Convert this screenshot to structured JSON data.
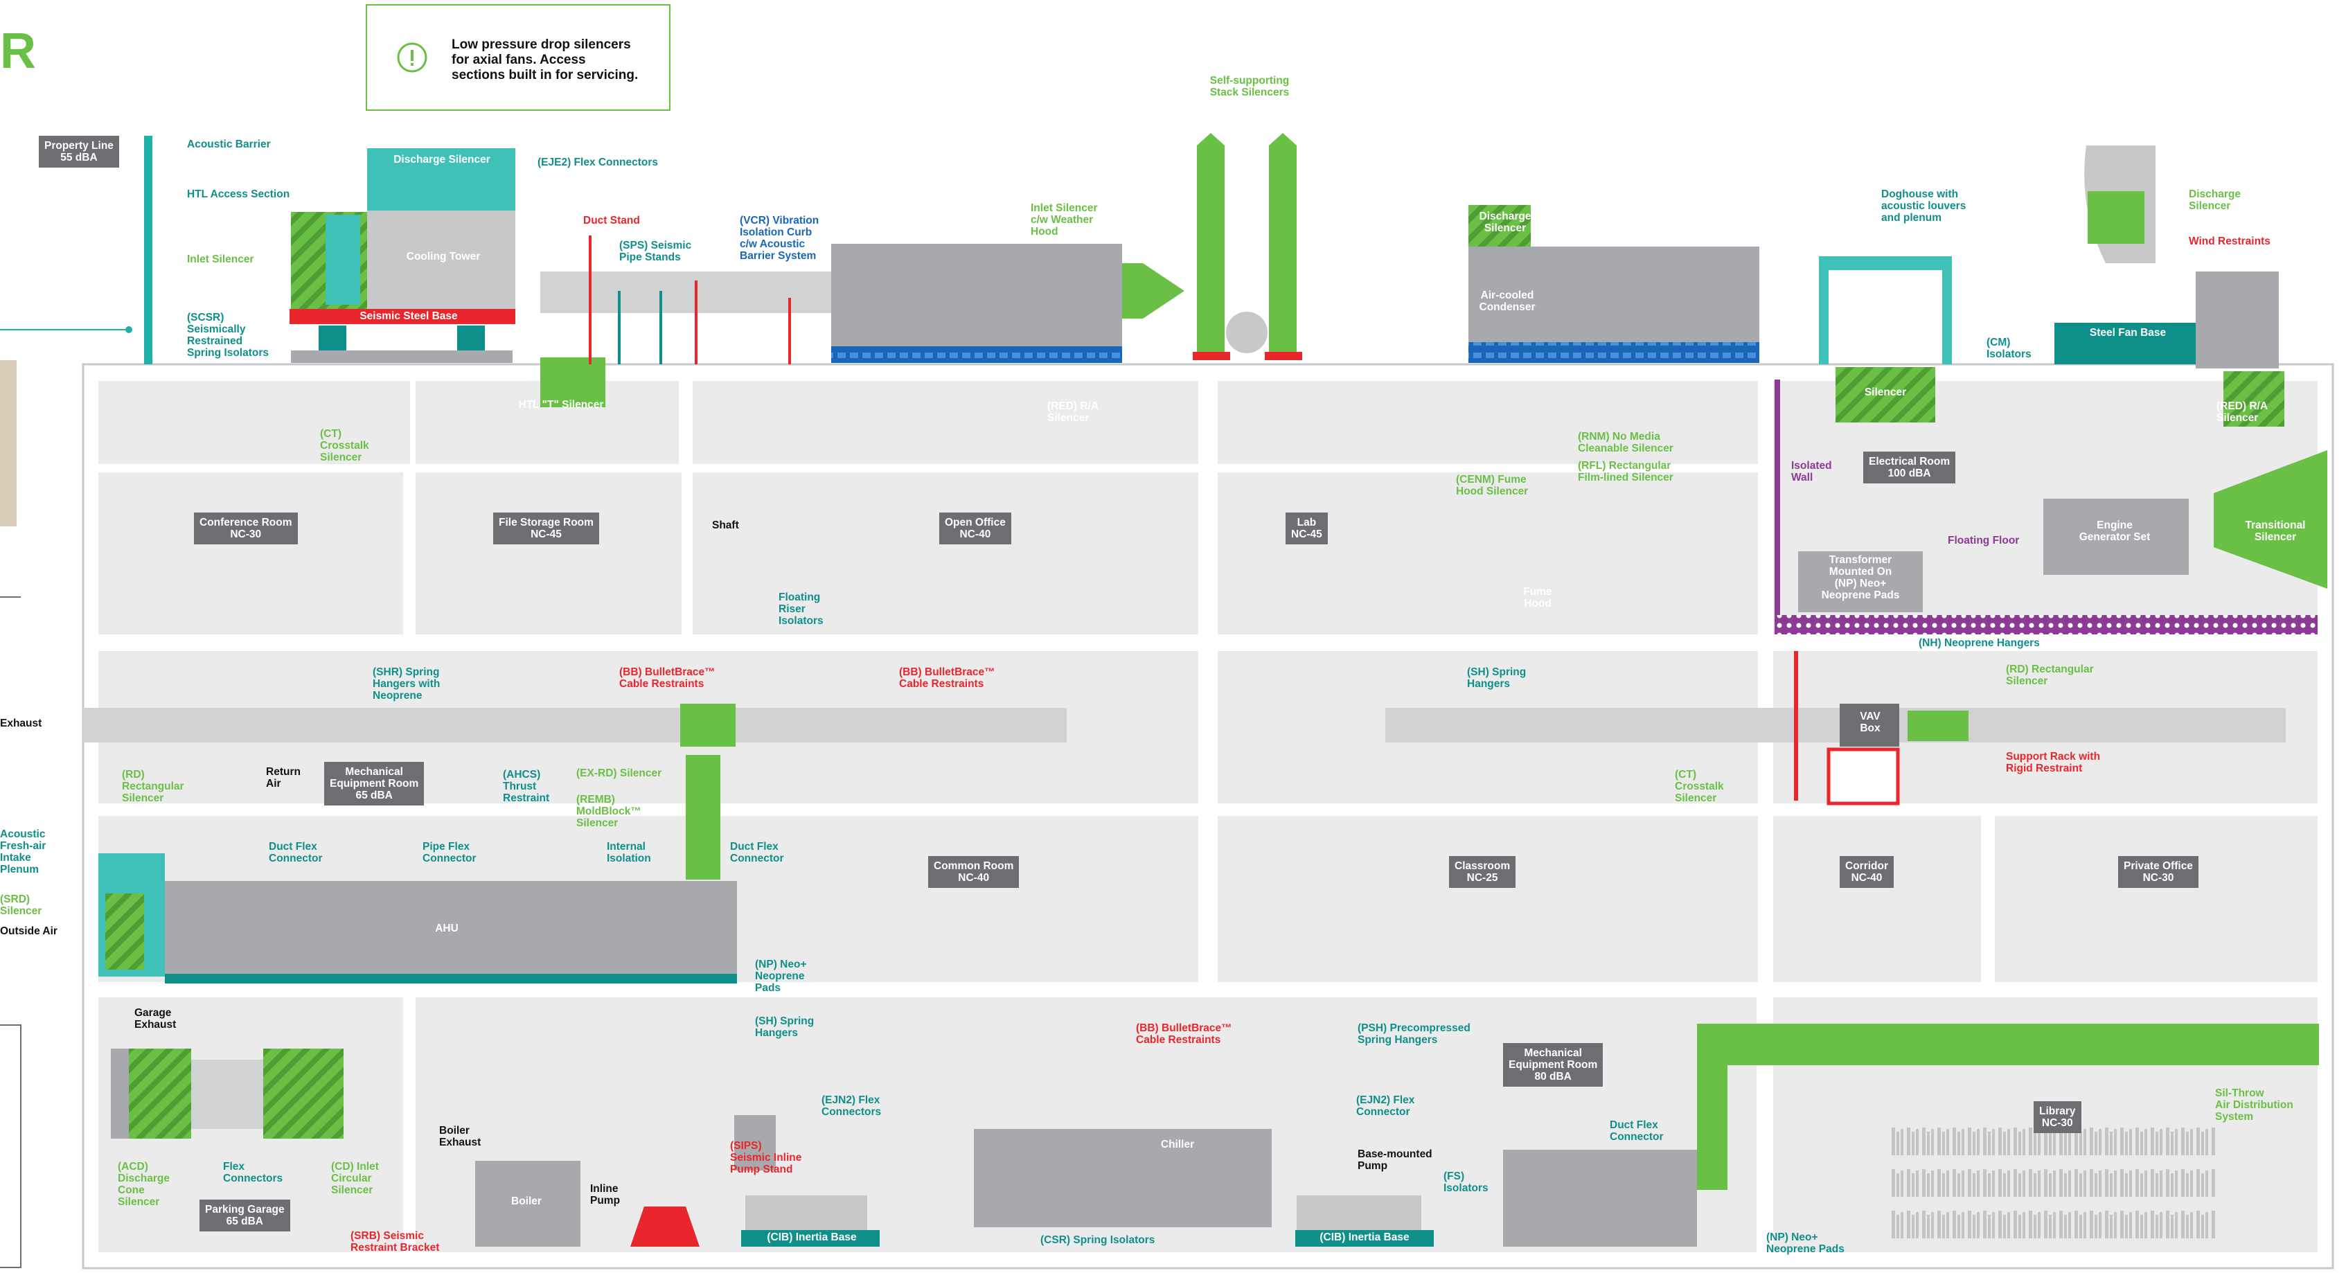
{
  "logo_fragment": "R",
  "callout": {
    "text": "Low pressure drop silencers\nfor axial fans. Access\nsections built in for servicing."
  },
  "colors": {
    "green": "#6abf45",
    "teal": "#20b2aa",
    "red": "#e8262c",
    "blue": "#1a66b8",
    "purple": "#8b3a96",
    "gray": "#a7a9ac",
    "dark_gray": "#6d6e71"
  },
  "rooms": {
    "property_line": "Property Line\n55 dBA",
    "conference": "Conference Room\nNC-30",
    "file_storage": "File Storage Room\nNC-45",
    "open_office": "Open Office\nNC-40",
    "lab": "Lab\nNC-45",
    "electrical": "Electrical Room\n100 dBA",
    "mech_room_65": "Mechanical\nEquipment Room\n65 dBA",
    "common": "Common Room\nNC-40",
    "classroom": "Classroom\nNC-25",
    "corridor": "Corridor\nNC-40",
    "private_office": "Private Office\nNC-30",
    "mech_room_80": "Mechanical\nEquipment Room\n80 dBA",
    "parking": "Parking Garage\n65 dBA",
    "library": "Library\nNC-30"
  },
  "equipment": {
    "discharge_silencer_tower": "Discharge Silencer",
    "cooling_tower": "Cooling Tower",
    "seismic_steel_base": "Seismic Steel Base",
    "htl_t_silencer": "HTL \"T\" Silencer",
    "discharge_silencer_condenser": "Discharge\nSilencer",
    "air_cooled_condenser": "Air-cooled\nCondenser",
    "silencer_elec": "Silencer",
    "steel_fan_base": "Steel Fan Base",
    "engine_generator": "Engine\nGenerator Set",
    "transitional_silencer": "Transitional\nSilencer",
    "transformer": "Transformer\nMounted On\n(NP) Neo+\nNeoprene Pads",
    "fume_hood": "Fume\nHood",
    "vav_box": "VAV\nBox",
    "ahu": "AHU",
    "boiler": "Boiler",
    "chiller": "Chiller",
    "cib_left": "(CIB) Inertia Base",
    "cib_right": "(CIB) Inertia Base"
  },
  "labels": {
    "acoustic_barrier": "Acoustic Barrier",
    "htl_access": "HTL Access Section",
    "inlet_silencer": "Inlet Silencer",
    "scsr": "(SCSR)\nSeismically\nRestrained\nSpring Isolators",
    "eje2": "(EJE2) Flex Connectors",
    "duct_stand": "Duct Stand",
    "sps": "(SPS) Seismic\nPipe Stands",
    "vcr": "(VCR) Vibration\nIsolation Curb\nc/w Acoustic\nBarrier System",
    "inlet_hood": "Inlet Silencer\nc/w Weather\nHood",
    "stack": "Self-supporting\nStack Silencers",
    "doghouse": "Doghouse with\nacoustic louvers\nand plenum",
    "discharge_fan": "Discharge\nSilencer",
    "wind": "Wind Restraints",
    "cm": "(CM)\nIsolators",
    "ct_top": "(CT)\nCrosstalk\nSilencer",
    "red_ra_left": "(RED) R/A\nSilencer",
    "red_ra_right": "(RED) R/A\nSilencer",
    "rnm": "(RNM) No Media\nCleanable Silencer",
    "rfl": "(RFL) Rectangular\nFilm-lined Silencer",
    "cenm": "(CENM) Fume\nHood Silencer",
    "isolated_wall": "Isolated\nWall",
    "floating_floor": "Floating Floor",
    "shaft": "Shaft",
    "floating_riser": "Floating\nRiser\nIsolators",
    "nh": "(NH) Neoprene Hangers",
    "shr": "(SHR) Spring\nHangers with\nNeoprene",
    "bb1": "(BB) BulletBrace™\nCable Restraints",
    "bb2": "(BB) BulletBrace™\nCable Restraints",
    "sh_top": "(SH) Spring\nHangers",
    "rd_right": "(RD) Rectangular\nSilencer",
    "exhaust": "Exhaust",
    "rd_left": "(RD)\nRectangular\nSilencer",
    "return_air": "Return\nAir",
    "ahcs": "(AHCS)\nThrust\nRestraint",
    "ex_rd": "(EX-RD) Silencer",
    "remb": "(REMB)\nMoldBlock™\nSilencer",
    "ct_mid": "(CT)\nCrosstalk\nSilencer",
    "support_rack": "Support Rack with\nRigid Restraint",
    "fresh_air": "Acoustic\nFresh-air\nIntake\nPlenum",
    "srd": "(SRD)\nSilencer",
    "outside_air": "Outside Air",
    "duct_flex_1": "Duct Flex\nConnector",
    "pipe_flex": "Pipe Flex\nConnector",
    "internal_iso": "Internal\nIsolation",
    "duct_flex_2": "Duct Flex\nConnector",
    "np_mid": "(NP) Neo+\nNeoprene\nPads",
    "garage_exhaust": "Garage\nExhaust",
    "acd": "(ACD)\nDischarge\nCone\nSilencer",
    "flex_connectors": "Flex\nConnectors",
    "cd": "(CD) Inlet\nCircular\nSilencer",
    "boiler_exhaust": "Boiler\nExhaust",
    "inline_pump": "Inline\nPump",
    "srb": "(SRB) Seismic\nRestraint Bracket",
    "sh_bottom": "(SH) Spring\nHangers",
    "ejn2_left": "(EJN2) Flex\nConnectors",
    "sips": "(SIPS)\nSeismic Inline\nPump Stand",
    "bb3": "(BB) BulletBrace™\nCable Restraints",
    "psh": "(PSH) Precompressed\nSpring Hangers",
    "ejn2_right": "(EJN2) Flex\nConnector",
    "base_pump": "Base-mounted\nPump",
    "fs": "(FS)\nIsolators",
    "csr": "(CSR) Spring Isolators",
    "duct_flex_3": "Duct Flex\nConnector",
    "sil_throw": "Sil-Throw\nAir Distribution\nSystem",
    "np_bottom": "(NP) Neo+\nNeoprene Pads"
  }
}
